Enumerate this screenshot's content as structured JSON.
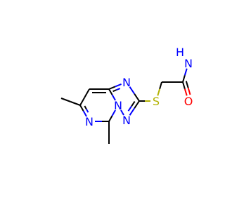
{
  "molecule": {
    "atoms": {
      "n_amide": "N",
      "h_amide": "H",
      "o_carbonyl": "O",
      "s_thio": "S",
      "n_triazole_top": "N",
      "n_bridge": "N",
      "n_triazole_bottom": "N",
      "n_pyrimidine": "N"
    }
  },
  "colors": {
    "nitrogen": "#0000ff",
    "oxygen": "#ff0000",
    "sulfur": "#b2b200",
    "carbon": "#000000"
  }
}
